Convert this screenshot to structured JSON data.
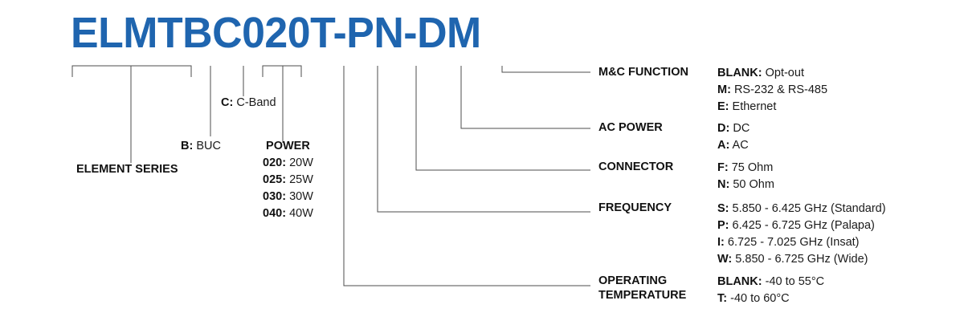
{
  "part_number": "ELMTBC020T-PN-DM",
  "colors": {
    "title_blue": "#1f65af",
    "line": "#4d4d4d",
    "text": "#111111"
  },
  "left_labels": {
    "element_series": "ELEMENT SERIES",
    "buc": {
      "code": "B:",
      "desc": "BUC"
    },
    "band": {
      "code": "C:",
      "desc": "C-Band"
    },
    "power": {
      "header": "POWER",
      "options": [
        {
          "code": "020:",
          "desc": "20W"
        },
        {
          "code": "025:",
          "desc": "25W"
        },
        {
          "code": "030:",
          "desc": "30W"
        },
        {
          "code": "040:",
          "desc": "40W"
        }
      ]
    }
  },
  "right_rows": {
    "mc_function": {
      "category": "M&C FUNCTION",
      "options": [
        {
          "code": "BLANK:",
          "desc": "Opt-out"
        },
        {
          "code": "M:",
          "desc": "RS-232 & RS-485"
        },
        {
          "code": "E:",
          "desc": "Ethernet"
        }
      ]
    },
    "ac_power": {
      "category": "AC POWER",
      "options": [
        {
          "code": "D:",
          "desc": "DC"
        },
        {
          "code": "A:",
          "desc": "AC"
        }
      ]
    },
    "connector": {
      "category": "CONNECTOR",
      "options": [
        {
          "code": "F:",
          "desc": "75 Ohm"
        },
        {
          "code": "N:",
          "desc": "50 Ohm"
        }
      ]
    },
    "frequency": {
      "category": "FREQUENCY",
      "options": [
        {
          "code": "S:",
          "desc": "5.850 - 6.425 GHz (Standard)"
        },
        {
          "code": "P:",
          "desc": "6.425 - 6.725 GHz (Palapa)"
        },
        {
          "code": "I:",
          "desc": "6.725 - 7.025 GHz (Insat)"
        },
        {
          "code": "W:",
          "desc": "5.850 - 6.725 GHz (Wide)"
        }
      ]
    },
    "operating_temperature": {
      "category_line1": "OPERATING",
      "category_line2": "TEMPERATURE",
      "options": [
        {
          "code": "BLANK:",
          "desc": "-40 to 55°C"
        },
        {
          "code": "T:",
          "desc": "-40 to 60°C"
        }
      ]
    }
  }
}
